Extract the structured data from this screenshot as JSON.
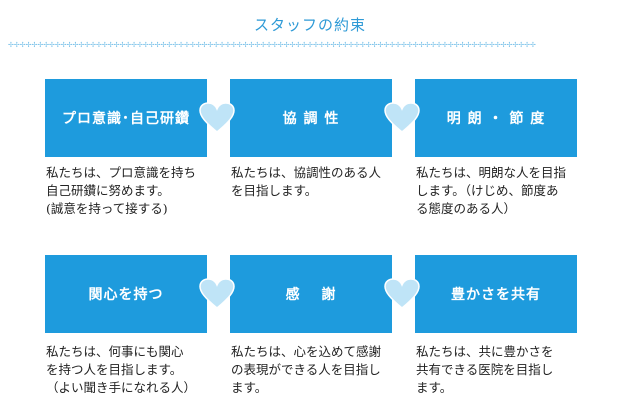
{
  "title": "スタッフの約束",
  "divider_glyphs": "✢✢✢✢✢✢✢✢✢✢✢✢✢✢✢✢✢✢✢✢✢✢✢✢✢✢✢✢✢✢✢✢✢✢✢✢✢✢✢✢✢✢✢✢✢✢✢✢✢✢✢✢✢✢✢✢✢✢✢✢✢✢✢✢✢✢✢✢✢✢✢✢✢✢✢✢✢✢✢✢✢✢✢✢✢✢✢✢✢✢",
  "colors": {
    "accent": "#1e9bdd",
    "title": "#2e9ad6",
    "heart": "#bfe4f7"
  },
  "icons": {
    "heart": "heart-icon",
    "divider": "sparkle-divider"
  },
  "cards": [
    {
      "label": "プロ意識･自己研鑽",
      "lines": [
        "私たちは、プロ意識を持ち",
        "自己研鑽に努めます。",
        "(誠意を持って接する)"
      ]
    },
    {
      "label": "協 調 性",
      "lines": [
        "私たちは、協調性のある人",
        "を目指します。"
      ]
    },
    {
      "label": "明 朗 ・ 節 度",
      "lines": [
        "私たちは、明朗な人を目指",
        "します。（けじめ、節度あ",
        "る態度のある人）"
      ]
    },
    {
      "label": "関心を持つ",
      "lines": [
        "私たちは、何事にも関心",
        "を持つ人を目指します。",
        "（よい聞き手になれる人）"
      ]
    },
    {
      "label": "感　 謝",
      "lines": [
        "私たちは、心を込めて感謝",
        "の表現ができる人を目指し",
        "ます。"
      ]
    },
    {
      "label": "豊かさを共有",
      "lines": [
        "私たちは、共に豊かさを",
        "共有できる医院を目指し",
        "ます。"
      ]
    }
  ]
}
